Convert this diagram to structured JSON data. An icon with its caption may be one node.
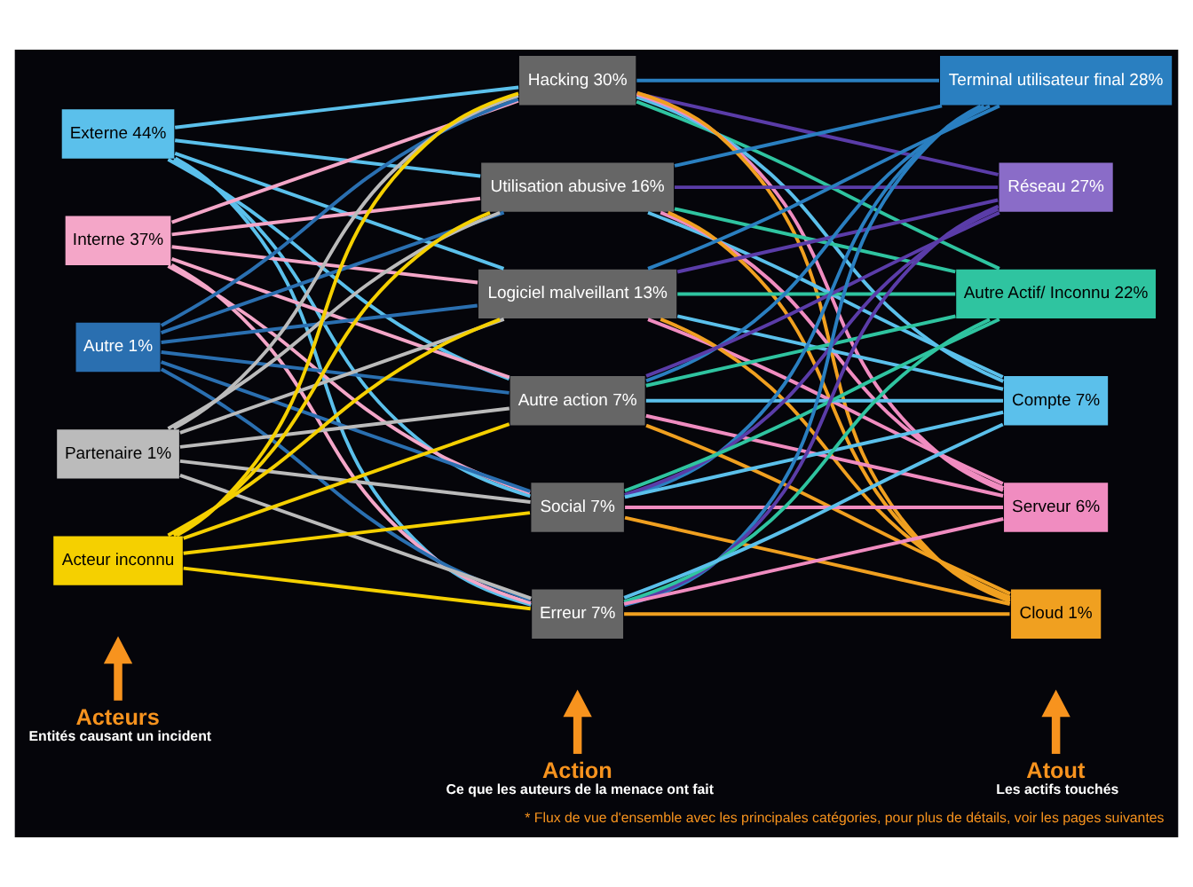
{
  "diagram": {
    "caption": "* Flux de vue d'ensemble avec les principales catégories, pour plus de détails, voir les pages suivantes",
    "nodes": [
      {
        "text": [
          "Externe 44%"
        ]
      },
      {
        "text": [
          "Interne 37%"
        ]
      },
      {
        "text": [
          "Autre 1%"
        ]
      },
      {
        "text": [
          "Partenaire 1%"
        ]
      },
      {
        "text": [
          "Acteur inconnu"
        ]
      },
      {
        "text": [
          "Hacking 30%"
        ]
      },
      {
        "text": [
          "Utilisation abusive 16%"
        ]
      },
      {
        "text": [
          "Logiciel malveillant 13%"
        ]
      },
      {
        "text": [
          "Autre action 7%"
        ]
      },
      {
        "text": [
          "Social 7%"
        ]
      },
      {
        "text": [
          "Erreur 7%"
        ]
      },
      {
        "text": [
          "Terminal utilisateur final 28%"
        ]
      },
      {
        "text": [
          "Réseau 27%"
        ]
      },
      {
        "text": [
          "Autre Actif/ Inconnu 22%"
        ]
      },
      {
        "text": [
          "Compte 7%"
        ]
      },
      {
        "text": [
          "Serveur 6%"
        ]
      },
      {
        "text": [
          "Cloud 1%"
        ]
      },
      {
        "text": [
          "Acteurs",
          "Entités causant un incident"
        ]
      },
      {
        "text": [
          "Action",
          "Ce que les auteurs de la menace ont fait"
        ]
      },
      {
        "text": [
          "Atout",
          "Les actifs touchés"
        ]
      }
    ],
    "edges": [
      {
        "from": 0,
        "to": 5,
        "arrow": "none",
        "color": "#5bc0eb"
      },
      {
        "from": 0,
        "to": 6,
        "arrow": "none",
        "color": "#5bc0eb"
      },
      {
        "from": 0,
        "to": 7,
        "arrow": "none",
        "color": "#5bc0eb"
      },
      {
        "from": 0,
        "to": 8,
        "arrow": "none",
        "color": "#5bc0eb"
      },
      {
        "from": 0,
        "to": 9,
        "arrow": "none",
        "color": "#5bc0eb"
      },
      {
        "from": 0,
        "to": 10,
        "arrow": "none",
        "color": "#5bc0eb"
      },
      {
        "from": 1,
        "to": 5,
        "arrow": "none",
        "color": "#f4a6c8"
      },
      {
        "from": 1,
        "to": 6,
        "arrow": "none",
        "color": "#f4a6c8"
      },
      {
        "from": 1,
        "to": 7,
        "arrow": "none",
        "color": "#f4a6c8"
      },
      {
        "from": 1,
        "to": 8,
        "arrow": "none",
        "color": "#f4a6c8"
      },
      {
        "from": 1,
        "to": 9,
        "arrow": "none",
        "color": "#f4a6c8"
      },
      {
        "from": 1,
        "to": 10,
        "arrow": "none",
        "color": "#f4a6c8"
      },
      {
        "from": 2,
        "to": 5,
        "arrow": "none",
        "color": "#2a6fb0"
      },
      {
        "from": 2,
        "to": 6,
        "arrow": "none",
        "color": "#2a6fb0"
      },
      {
        "from": 2,
        "to": 7,
        "arrow": "none",
        "color": "#2a6fb0"
      },
      {
        "from": 2,
        "to": 8,
        "arrow": "none",
        "color": "#2a6fb0"
      },
      {
        "from": 2,
        "to": 9,
        "arrow": "none",
        "color": "#2a6fb0"
      },
      {
        "from": 2,
        "to": 10,
        "arrow": "none",
        "color": "#2a6fb0"
      },
      {
        "from": 3,
        "to": 5,
        "arrow": "none",
        "color": "#bbbbbb"
      },
      {
        "from": 3,
        "to": 6,
        "arrow": "none",
        "color": "#bbbbbb"
      },
      {
        "from": 3,
        "to": 7,
        "arrow": "none",
        "color": "#bbbbbb"
      },
      {
        "from": 3,
        "to": 8,
        "arrow": "none",
        "color": "#bbbbbb"
      },
      {
        "from": 3,
        "to": 9,
        "arrow": "none",
        "color": "#bbbbbb"
      },
      {
        "from": 3,
        "to": 10,
        "arrow": "none",
        "color": "#bbbbbb"
      },
      {
        "from": 4,
        "to": 5,
        "arrow": "none",
        "color": "#f5d000"
      },
      {
        "from": 4,
        "to": 6,
        "arrow": "none",
        "color": "#f5d000"
      },
      {
        "from": 4,
        "to": 7,
        "arrow": "none",
        "color": "#f5d000"
      },
      {
        "from": 4,
        "to": 8,
        "arrow": "none",
        "color": "#f5d000"
      },
      {
        "from": 4,
        "to": 9,
        "arrow": "none",
        "color": "#f5d000"
      },
      {
        "from": 4,
        "to": 10,
        "arrow": "none",
        "color": "#f5d000"
      },
      {
        "from": 5,
        "to": 11,
        "arrow": "none",
        "color": "#2a7fc0"
      },
      {
        "from": 5,
        "to": 12,
        "arrow": "none",
        "color": "#5a3ca8"
      },
      {
        "from": 5,
        "to": 13,
        "arrow": "none",
        "color": "#2fc4a0"
      },
      {
        "from": 5,
        "to": 14,
        "arrow": "none",
        "color": "#5bc0eb"
      },
      {
        "from": 5,
        "to": 15,
        "arrow": "none",
        "color": "#f08cc0"
      },
      {
        "from": 5,
        "to": 16,
        "arrow": "none",
        "color": "#f0a020"
      },
      {
        "from": 6,
        "to": 11,
        "arrow": "none",
        "color": "#2a7fc0"
      },
      {
        "from": 6,
        "to": 12,
        "arrow": "none",
        "color": "#5a3ca8"
      },
      {
        "from": 6,
        "to": 13,
        "arrow": "none",
        "color": "#2fc4a0"
      },
      {
        "from": 6,
        "to": 14,
        "arrow": "none",
        "color": "#5bc0eb"
      },
      {
        "from": 6,
        "to": 15,
        "arrow": "none",
        "color": "#f08cc0"
      },
      {
        "from": 6,
        "to": 16,
        "arrow": "none",
        "color": "#f0a020"
      },
      {
        "from": 7,
        "to": 11,
        "arrow": "none",
        "color": "#2a7fc0"
      },
      {
        "from": 7,
        "to": 12,
        "arrow": "none",
        "color": "#5a3ca8"
      },
      {
        "from": 7,
        "to": 13,
        "arrow": "none",
        "color": "#2fc4a0"
      },
      {
        "from": 7,
        "to": 14,
        "arrow": "none",
        "color": "#5bc0eb"
      },
      {
        "from": 7,
        "to": 15,
        "arrow": "none",
        "color": "#f08cc0"
      },
      {
        "from": 7,
        "to": 16,
        "arrow": "none",
        "color": "#f0a020"
      },
      {
        "from": 8,
        "to": 11,
        "arrow": "none",
        "color": "#2a7fc0"
      },
      {
        "from": 8,
        "to": 12,
        "arrow": "none",
        "color": "#5a3ca8"
      },
      {
        "from": 8,
        "to": 13,
        "arrow": "none",
        "color": "#2fc4a0"
      },
      {
        "from": 8,
        "to": 14,
        "arrow": "none",
        "color": "#5bc0eb"
      },
      {
        "from": 8,
        "to": 15,
        "arrow": "none",
        "color": "#f08cc0"
      },
      {
        "from": 8,
        "to": 16,
        "arrow": "none",
        "color": "#f0a020"
      },
      {
        "from": 9,
        "to": 11,
        "arrow": "none",
        "color": "#2a7fc0"
      },
      {
        "from": 9,
        "to": 12,
        "arrow": "none",
        "color": "#5a3ca8"
      },
      {
        "from": 9,
        "to": 13,
        "arrow": "none",
        "color": "#2fc4a0"
      },
      {
        "from": 9,
        "to": 14,
        "arrow": "none",
        "color": "#5bc0eb"
      },
      {
        "from": 9,
        "to": 15,
        "arrow": "none",
        "color": "#f08cc0"
      },
      {
        "from": 9,
        "to": 16,
        "arrow": "none",
        "color": "#f0a020"
      },
      {
        "from": 10,
        "to": 11,
        "arrow": "none",
        "color": "#2a7fc0"
      },
      {
        "from": 10,
        "to": 12,
        "arrow": "none",
        "color": "#5a3ca8"
      },
      {
        "from": 10,
        "to": 13,
        "arrow": "none",
        "color": "#2fc4a0"
      },
      {
        "from": 10,
        "to": 14,
        "arrow": "none",
        "color": "#5bc0eb"
      },
      {
        "from": 10,
        "to": 15,
        "arrow": "none",
        "color": "#f08cc0"
      },
      {
        "from": 10,
        "to": 16,
        "arrow": "none",
        "color": "#f0a020"
      },
      {
        "from": 17,
        "to": null,
        "arrow": "to",
        "style": "thick",
        "color": "#f7931e"
      },
      {
        "from": 18,
        "to": null,
        "arrow": "to",
        "style": "thick",
        "color": "#f7931e"
      },
      {
        "from": 19,
        "to": null,
        "arrow": "to",
        "style": "thick",
        "color": "#f7931e"
      }
    ]
  }
}
